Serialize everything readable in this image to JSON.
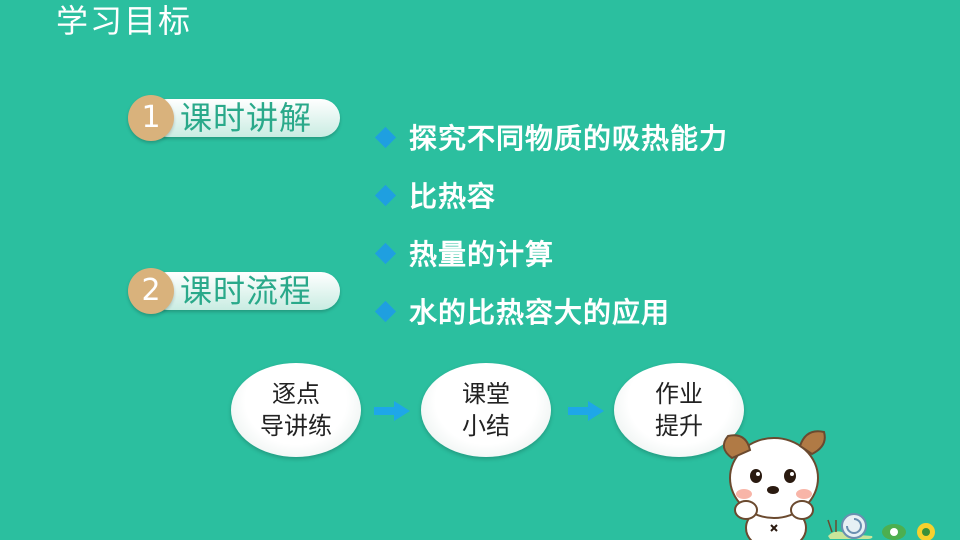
{
  "page": {
    "title": "学习目标"
  },
  "sections": [
    {
      "number": "1",
      "label": "课时讲解"
    },
    {
      "number": "2",
      "label": "课时流程"
    }
  ],
  "objectives": [
    "探究不同物质的吸热能力",
    "比热容",
    "热量的计算",
    "水的比热容大的应用"
  ],
  "flow": [
    {
      "line1": "逐点",
      "line2": "导讲练"
    },
    {
      "line1": "课堂",
      "line2": "小结"
    },
    {
      "line1": "作业",
      "line2": "提升"
    }
  ],
  "colors": {
    "background": "#2bbf9f",
    "number_badge": "#d9b27c",
    "bullet_diamond": "#1f9fe0",
    "tab_text": "#2aa98a",
    "arrow": "#1ea7e8"
  },
  "icons": [
    "diamond-bullet-icon",
    "right-arrow-icon",
    "cartoon-dog-icon",
    "snail-icon"
  ]
}
